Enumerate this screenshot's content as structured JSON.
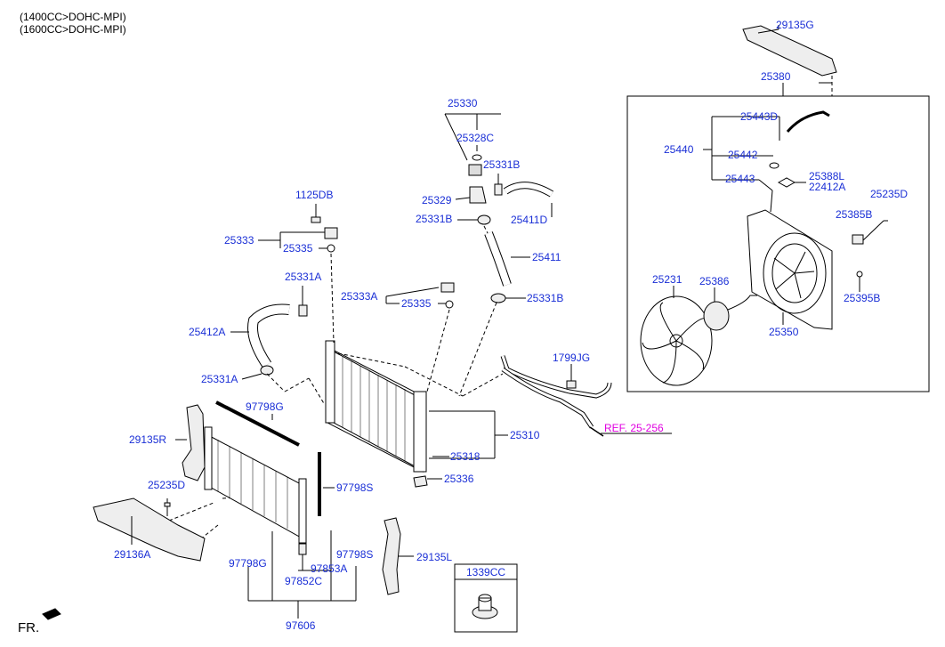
{
  "header": {
    "engine_line1": "(1400CC>DOHC-MPI)",
    "engine_line2": "(1600CC>DOHC-MPI)"
  },
  "direction_label": "FR.",
  "reference": "REF. 25-256",
  "parts": {
    "p29135G": "29135G",
    "p25380": "25380",
    "p25443D": "25443D",
    "p25440": "25440",
    "p25442": "25442",
    "p25443": "25443",
    "p25388L": "25388L",
    "p22412A": "22412A",
    "p25235D_right": "25235D",
    "p25385B": "25385B",
    "p25231": "25231",
    "p25386": "25386",
    "p25395B": "25395B",
    "p25350": "25350",
    "p25330": "25330",
    "p25328C": "25328C",
    "p25331B_top": "25331B",
    "p25329": "25329",
    "p25331B_mid": "25331B",
    "p25411D": "25411D",
    "p25411": "25411",
    "p25331B_low": "25331B",
    "p25333A": "25333A",
    "p25335_mid": "25335",
    "p1125DB": "1125DB",
    "p25333": "25333",
    "p25335_left": "25335",
    "p25331A_top": "25331A",
    "p25412A": "25412A",
    "p25331A_low": "25331A",
    "p1799JG": "1799JG",
    "p25310": "25310",
    "p25318": "25318",
    "p25336": "25336",
    "p97798G_top": "97798G",
    "p29135R": "29135R",
    "p25235D_left": "25235D",
    "p97798S_right": "97798S",
    "p29136A": "29136A",
    "p97798G_low": "97798G",
    "p97853A": "97853A",
    "p97798S_low": "97798S",
    "p97852C": "97852C",
    "p97606": "97606",
    "p29135L": "29135L",
    "p1339CC": "1339CC"
  }
}
